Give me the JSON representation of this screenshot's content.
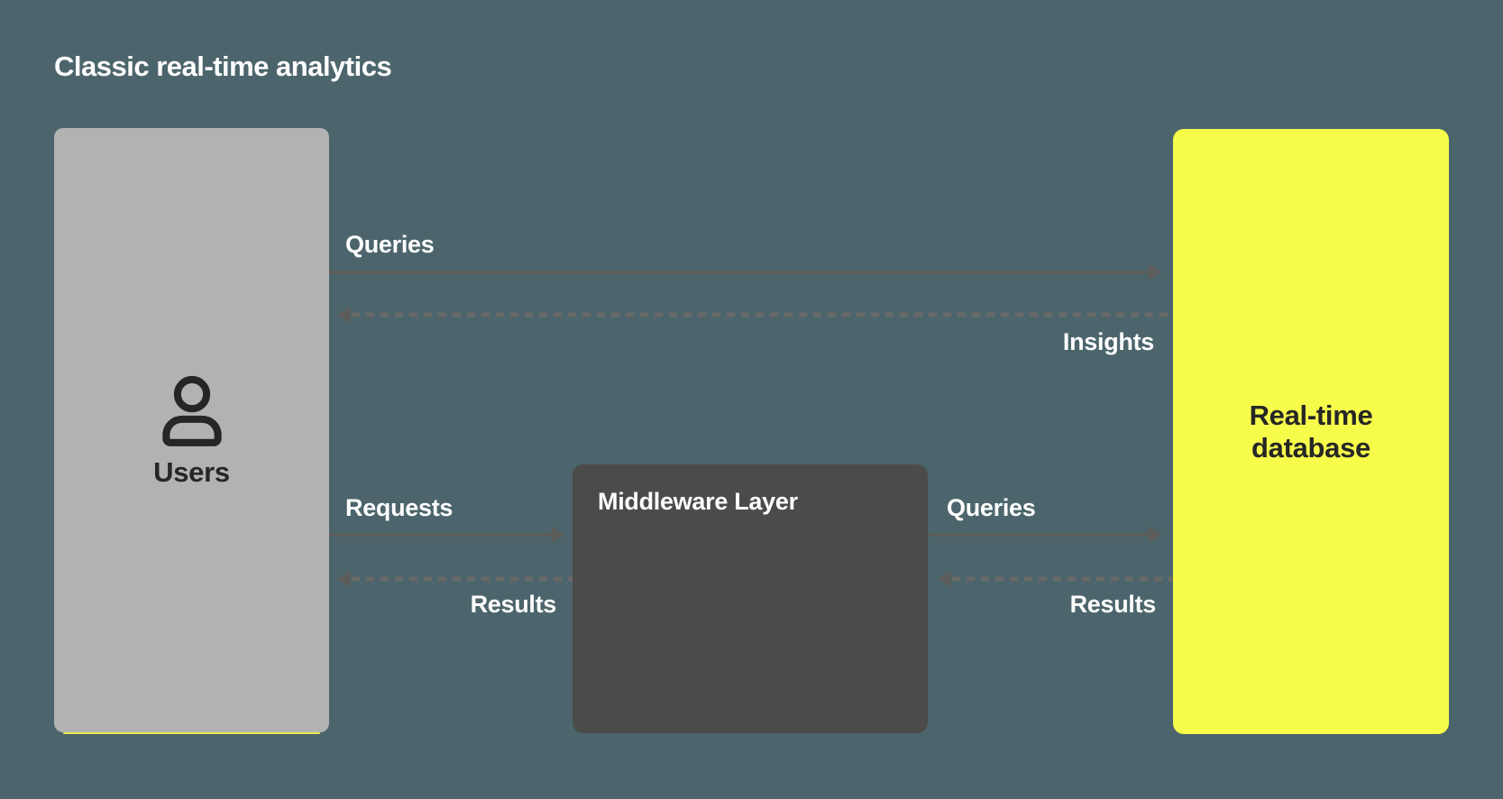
{
  "title": "Classic real-time analytics",
  "nodes": {
    "users": {
      "label": "Users",
      "icon": "user-icon"
    },
    "middleware": {
      "label": "Middleware Layer"
    },
    "database": {
      "label": "Real-time database"
    }
  },
  "edges": [
    {
      "id": "users-to-database",
      "label": "Queries",
      "from": "users",
      "to": "database",
      "style": "solid",
      "direction": "right"
    },
    {
      "id": "database-to-users",
      "label": "Insights",
      "from": "database",
      "to": "users",
      "style": "dashed",
      "direction": "left"
    },
    {
      "id": "users-to-middleware",
      "label": "Requests",
      "from": "users",
      "to": "middleware",
      "style": "solid",
      "direction": "right"
    },
    {
      "id": "middleware-to-users",
      "label": "Results",
      "from": "middleware",
      "to": "users",
      "style": "dashed",
      "direction": "left"
    },
    {
      "id": "middleware-to-database",
      "label": "Queries",
      "from": "middleware",
      "to": "database",
      "style": "solid",
      "direction": "right"
    },
    {
      "id": "database-to-middleware",
      "label": "Results",
      "from": "database",
      "to": "middleware",
      "style": "dashed",
      "direction": "left"
    }
  ],
  "colors": {
    "background": "#4C656C",
    "users_box": "#B2B2B2",
    "middleware_box": "#4B4B49",
    "database_box": "#F7FC4B",
    "arrow_solid": "#5C5C5A",
    "arrow_dashed": "#696967",
    "text_light": "#FFFFFF",
    "text_dark": "#262626"
  }
}
